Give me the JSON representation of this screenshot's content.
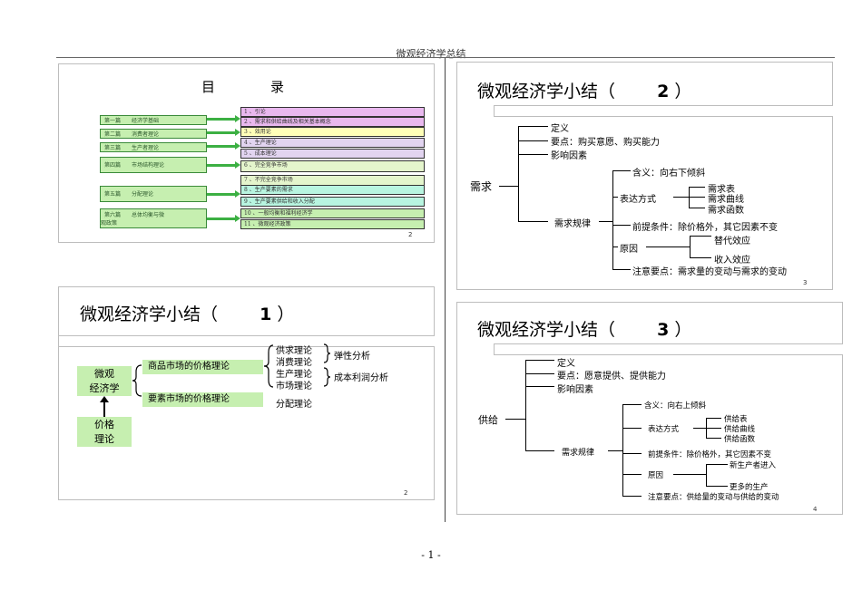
{
  "header": {
    "title": "微观经济学总结"
  },
  "footer": {
    "page": "- 1 -"
  },
  "slide1": {
    "title": "目 录",
    "title_parts": [
      "目",
      "录"
    ],
    "page_num": "2",
    "left_items": [
      "第一篇　　经济学基础",
      "第二篇　　消费者理论",
      "第三篇　　生产者理论",
      "第四篇　　市场结构理论",
      "第五篇　　分配理论",
      "第六篇　　总体均衡与微观政策"
    ],
    "left_items_split": {
      "p6_line1": "第六篇　　总体均衡与微",
      "p6_line2": "观政策"
    },
    "chapters": [
      "1 、引论",
      "2 、需求和供给曲线及相关基本概念",
      "3 、效用论",
      "4 、生产理论",
      "5 、成本理论",
      "6 、完全竞争市场",
      "7 、不完全竞争市场",
      "8 、生产要素的需求",
      "9 、生产要素供给和收入分配",
      "10 、一般均衡和福利经济学",
      "11 、微观经济政策"
    ],
    "chapter_colors": [
      "#e9b8ee",
      "#e9b8ee",
      "#ffffb8",
      "#e2d4f0",
      "#e2d4f0",
      "#e4f5cc",
      "#e4f5cc",
      "#b8f5e0",
      "#b8f5e0",
      "#c6efb0",
      "#c6efb0"
    ]
  },
  "slide2": {
    "title_main": "微观经济学小结（",
    "title_num": "1",
    "title_close": "）",
    "page_num": "2",
    "micro_label_1": "微观",
    "micro_label_2": "经济学",
    "price_label_1": "价格",
    "price_label_2": "理论",
    "goods_market": "商品市场的价格理论",
    "factor_market": "要素市场的价格理论",
    "theories": [
      "供求理论",
      "消费理论",
      "生产理论",
      "市场理论"
    ],
    "distribution": "分配理论",
    "elasticity": "弹性分析",
    "cost_profit": "成本利润分析"
  },
  "slide3": {
    "title_main": "微观经济学小结（",
    "title_num": "2",
    "title_close": "）",
    "page_num": "3",
    "root": "需求",
    "items": [
      "定义",
      "要点：购买意愿、购买能力",
      "影响因素"
    ],
    "law": "需求规律",
    "meaning": "含义：向右下倾斜",
    "expression": "表达方式",
    "expr_items": [
      "需求表",
      "需求曲线",
      "需求函数"
    ],
    "premise": "前提条件：除价格外，其它因素不变",
    "reason": "原因",
    "effects": [
      "替代效应",
      "收入效应"
    ],
    "note": "注意要点：需求量的变动与需求的变动"
  },
  "slide4": {
    "title_main": "微观经济学小结（",
    "title_num": "3",
    "title_close": "）",
    "page_num": "4",
    "root": "供给",
    "items": [
      "定义",
      "要点：愿意提供、提供能力",
      "影响因素"
    ],
    "law": "需求规律",
    "meaning": "含义：向右上倾斜",
    "expression": "表达方式",
    "expr_items": [
      "供给表",
      "供给曲线",
      "供给函数"
    ],
    "premise": "前提条件：除价格外，其它因素不变",
    "reason": "原因",
    "effects": [
      "新生产者进入",
      "更多的生产"
    ],
    "note": "注意要点：供给量的变动与供给的变动"
  }
}
